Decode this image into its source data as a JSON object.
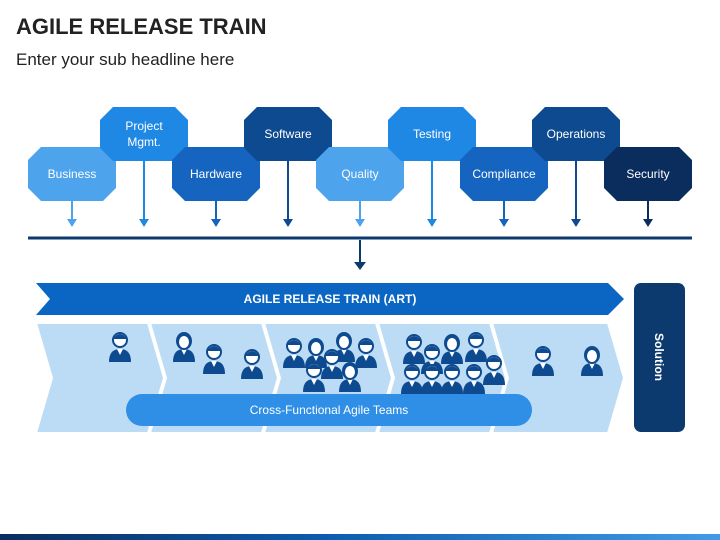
{
  "header": {
    "title": "AGILE RELEASE TRAIN",
    "subtitle": "Enter your sub headline here"
  },
  "stakeholders": [
    {
      "label": [
        "Business"
      ],
      "color": "#4da3ec"
    },
    {
      "label": [
        "Project",
        "Mgmt."
      ],
      "color": "#1f88e5"
    },
    {
      "label": [
        "Hardware"
      ],
      "color": "#1565c0"
    },
    {
      "label": [
        "Software"
      ],
      "color": "#0d4a8f"
    },
    {
      "label": [
        "Quality"
      ],
      "color": "#4da3ec"
    },
    {
      "label": [
        "Testing"
      ],
      "color": "#1f88e5"
    },
    {
      "label": [
        "Compliance"
      ],
      "color": "#1565c0"
    },
    {
      "label": [
        "Operations"
      ],
      "color": "#0d4a8f"
    },
    {
      "label": [
        "Security"
      ],
      "color": "#0b2d5e"
    }
  ],
  "train": {
    "banner": "AGILE RELEASE TRAIN (ART)",
    "teams_label": "Cross-Functional Agile Teams",
    "solution": "Solution"
  },
  "colors": {
    "banner": "#0b66c3",
    "chevron": "#bcdcf6",
    "team_bar": "#2f8ee6",
    "solution": "#0d3a6e",
    "bus_line": "#0d3a6e",
    "person": "#0d4a8f"
  }
}
